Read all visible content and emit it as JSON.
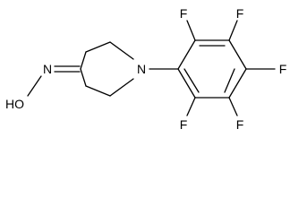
{
  "molecule": {
    "atoms": {
      "n1": "N",
      "o1": "O",
      "n_oxime": "N",
      "ho": "HO",
      "f1": "F",
      "f2": "F",
      "f3": "F",
      "f4": "F",
      "f5": "F"
    },
    "colors": {
      "bond": "#000000",
      "label": "#000000",
      "background": "#ffffff"
    }
  }
}
